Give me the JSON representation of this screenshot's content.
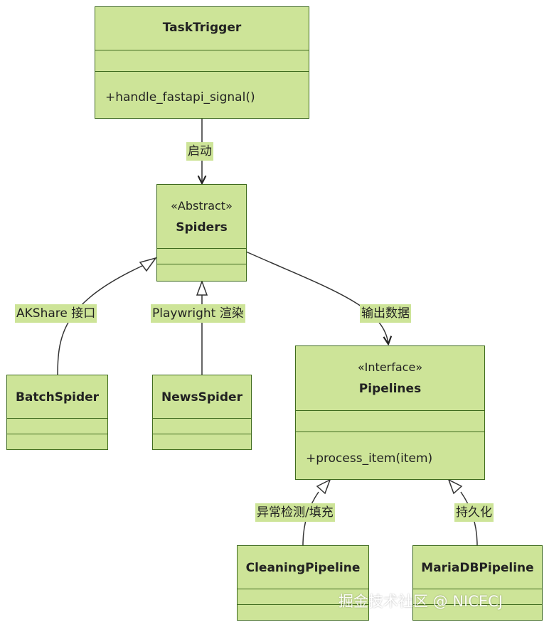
{
  "classes": {
    "task_trigger": {
      "name": "TaskTrigger",
      "method": "+handle_fastapi_signal()"
    },
    "spiders": {
      "stereotype": "«Abstract»",
      "name": "Spiders"
    },
    "batch_spider": {
      "name": "BatchSpider"
    },
    "news_spider": {
      "name": "NewsSpider"
    },
    "pipelines": {
      "stereotype": "«Interface»",
      "name": "Pipelines",
      "method": "+process_item(item)"
    },
    "cleaning_pipeline": {
      "name": "CleaningPipeline"
    },
    "mariadb_pipeline": {
      "name": "MariaDBPipeline"
    }
  },
  "edges": {
    "trigger_to_spiders": "启动",
    "spiders_to_pipelines": "输出数据",
    "batch_inherits": "AKShare 接口",
    "news_inherits": "Playwright 渲染",
    "cleaning_implements": "异常检测/填充",
    "mariadb_implements": "持久化"
  },
  "watermark": "掘金技术社区 @ NICECJ",
  "colors": {
    "fill": "#cde498",
    "stroke": "#3f6b1e",
    "line": "#333333"
  }
}
